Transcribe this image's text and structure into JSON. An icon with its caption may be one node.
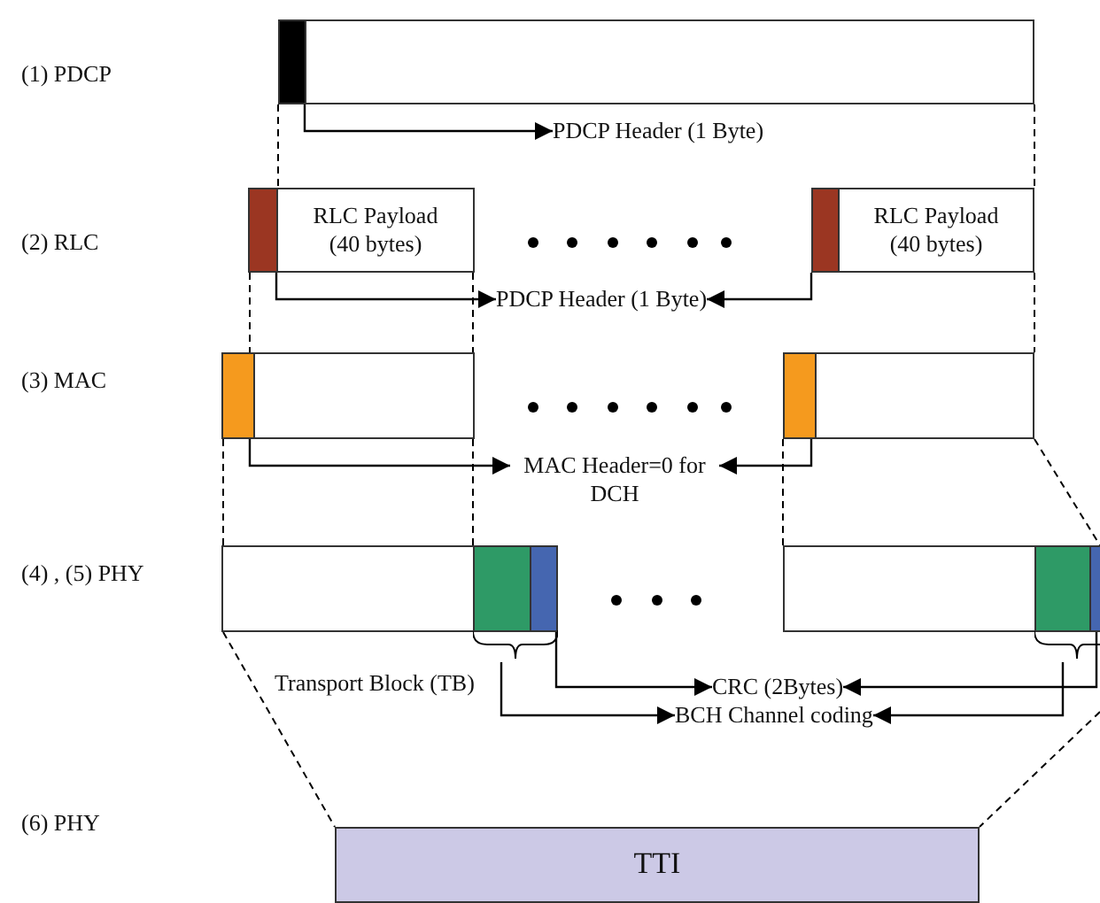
{
  "diagram": {
    "nodes": [
      {
        "text": [],
        "shape": "box"
      },
      {
        "text": [],
        "shape": "box"
      },
      {
        "text": [
          "PDCP Header (1 Byte)"
        ]
      },
      {
        "text": [],
        "shape": "box"
      },
      {
        "text": [
          "RLC Payload (40 bytes)"
        ]
      },
      {
        "text": [],
        "shape": "box"
      },
      {
        "text": [
          "RLC Payload (40 bytes)"
        ]
      },
      {
        "text": [
          "PDCP Header (1 Byte)"
        ]
      },
      {
        "text": [],
        "shape": "box"
      },
      {
        "text": [],
        "shape": "box"
      },
      {
        "text": [],
        "shape": "box"
      },
      {
        "text": [],
        "shape": "box"
      },
      {
        "text": [
          "MAC Header=0 for DCH"
        ]
      },
      {
        "text": [],
        "shape": "box"
      },
      {
        "text": [],
        "shape": "box"
      },
      {
        "text": [],
        "shape": "box"
      },
      {
        "text": [],
        "shape": "brace"
      },
      {
        "text": [],
        "shape": "box"
      },
      {
        "text": [],
        "shape": "box"
      },
      {
        "text": [],
        "shape": "box"
      },
      {
        "text": [],
        "shape": "brace"
      },
      {
        "text": [
          "CRC (2Bytes)"
        ]
      },
      {
        "text": [
          "BCH Channel coding"
        ]
      },
      {
        "text": [
          "TTI"
        ]
      }
    ],
    "edges": [
      {
        "from": 0,
        "to": 2,
        "arrow": "to"
      },
      {
        "from": 3,
        "to": 7,
        "arrow": "to"
      },
      {
        "from": 5,
        "to": 7,
        "arrow": "to"
      },
      {
        "from": 8,
        "to": 12,
        "arrow": "to"
      },
      {
        "from": 10,
        "to": 12,
        "arrow": "to"
      },
      {
        "from": 15,
        "to": 21,
        "arrow": "to"
      },
      {
        "from": 16,
        "to": 22,
        "arrow": "to"
      },
      {
        "from": 19,
        "to": 21,
        "arrow": "to"
      },
      {
        "from": 20,
        "to": 22,
        "arrow": "to"
      },
      {
        "from": 0,
        "to": 3,
        "arrow": "none",
        "style": "dashed"
      },
      {
        "from": 1,
        "to": 6,
        "arrow": "none",
        "style": "dashed"
      },
      {
        "from": 3,
        "to": 8,
        "arrow": "none",
        "style": "dashed"
      },
      {
        "from": 4,
        "to": 9,
        "arrow": "none",
        "style": "dashed"
      },
      {
        "from": 6,
        "to": 11,
        "arrow": "none",
        "style": "dashed"
      },
      {
        "from": 8,
        "to": 13,
        "arrow": "none",
        "style": "dashed"
      },
      {
        "from": 9,
        "to": 14,
        "arrow": "none",
        "style": "dashed"
      },
      {
        "from": 10,
        "to": 17,
        "arrow": "none",
        "style": "dashed"
      },
      {
        "from": 11,
        "to": 19,
        "arrow": "none",
        "style": "dashed"
      },
      {
        "from": 13,
        "to": 23,
        "arrow": "none",
        "style": "dashed"
      },
      {
        "from": null,
        "to": 23,
        "arrow": "none",
        "style": "dashed"
      }
    ],
    "labels": [
      "(1) PDCP",
      "(2) RLC",
      "(3) MAC",
      "(4) , (5) PHY",
      "Transport Block (TB)",
      "(6) PHY"
    ]
  }
}
